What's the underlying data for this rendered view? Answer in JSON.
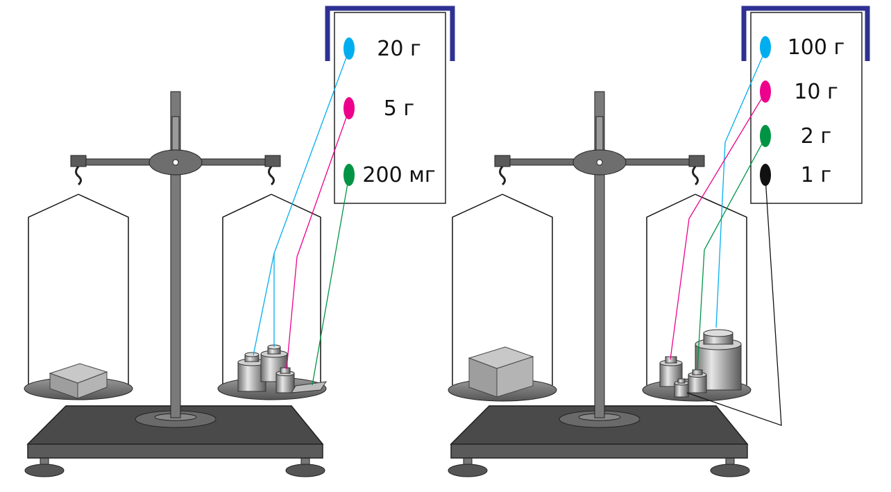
{
  "colors": {
    "frame_blue": "#2e3192",
    "cyan": "#00aeef",
    "magenta": "#ec008c",
    "green": "#009444",
    "black": "#111111",
    "metal_dark": "#4d4d4d",
    "metal_mid": "#8a8a8a",
    "metal_light": "#d0d0d0"
  },
  "left_legend": {
    "items": [
      {
        "label": "20 г",
        "color": "#00aeef"
      },
      {
        "label": "5 г",
        "color": "#ec008c"
      },
      {
        "label": "200 мг",
        "color": "#009444"
      }
    ]
  },
  "right_legend": {
    "items": [
      {
        "label": "100 г",
        "color": "#00aeef"
      },
      {
        "label": "10 г",
        "color": "#ec008c"
      },
      {
        "label": "2 г",
        "color": "#009444"
      },
      {
        "label": "1 г",
        "color": "#111111"
      }
    ]
  }
}
